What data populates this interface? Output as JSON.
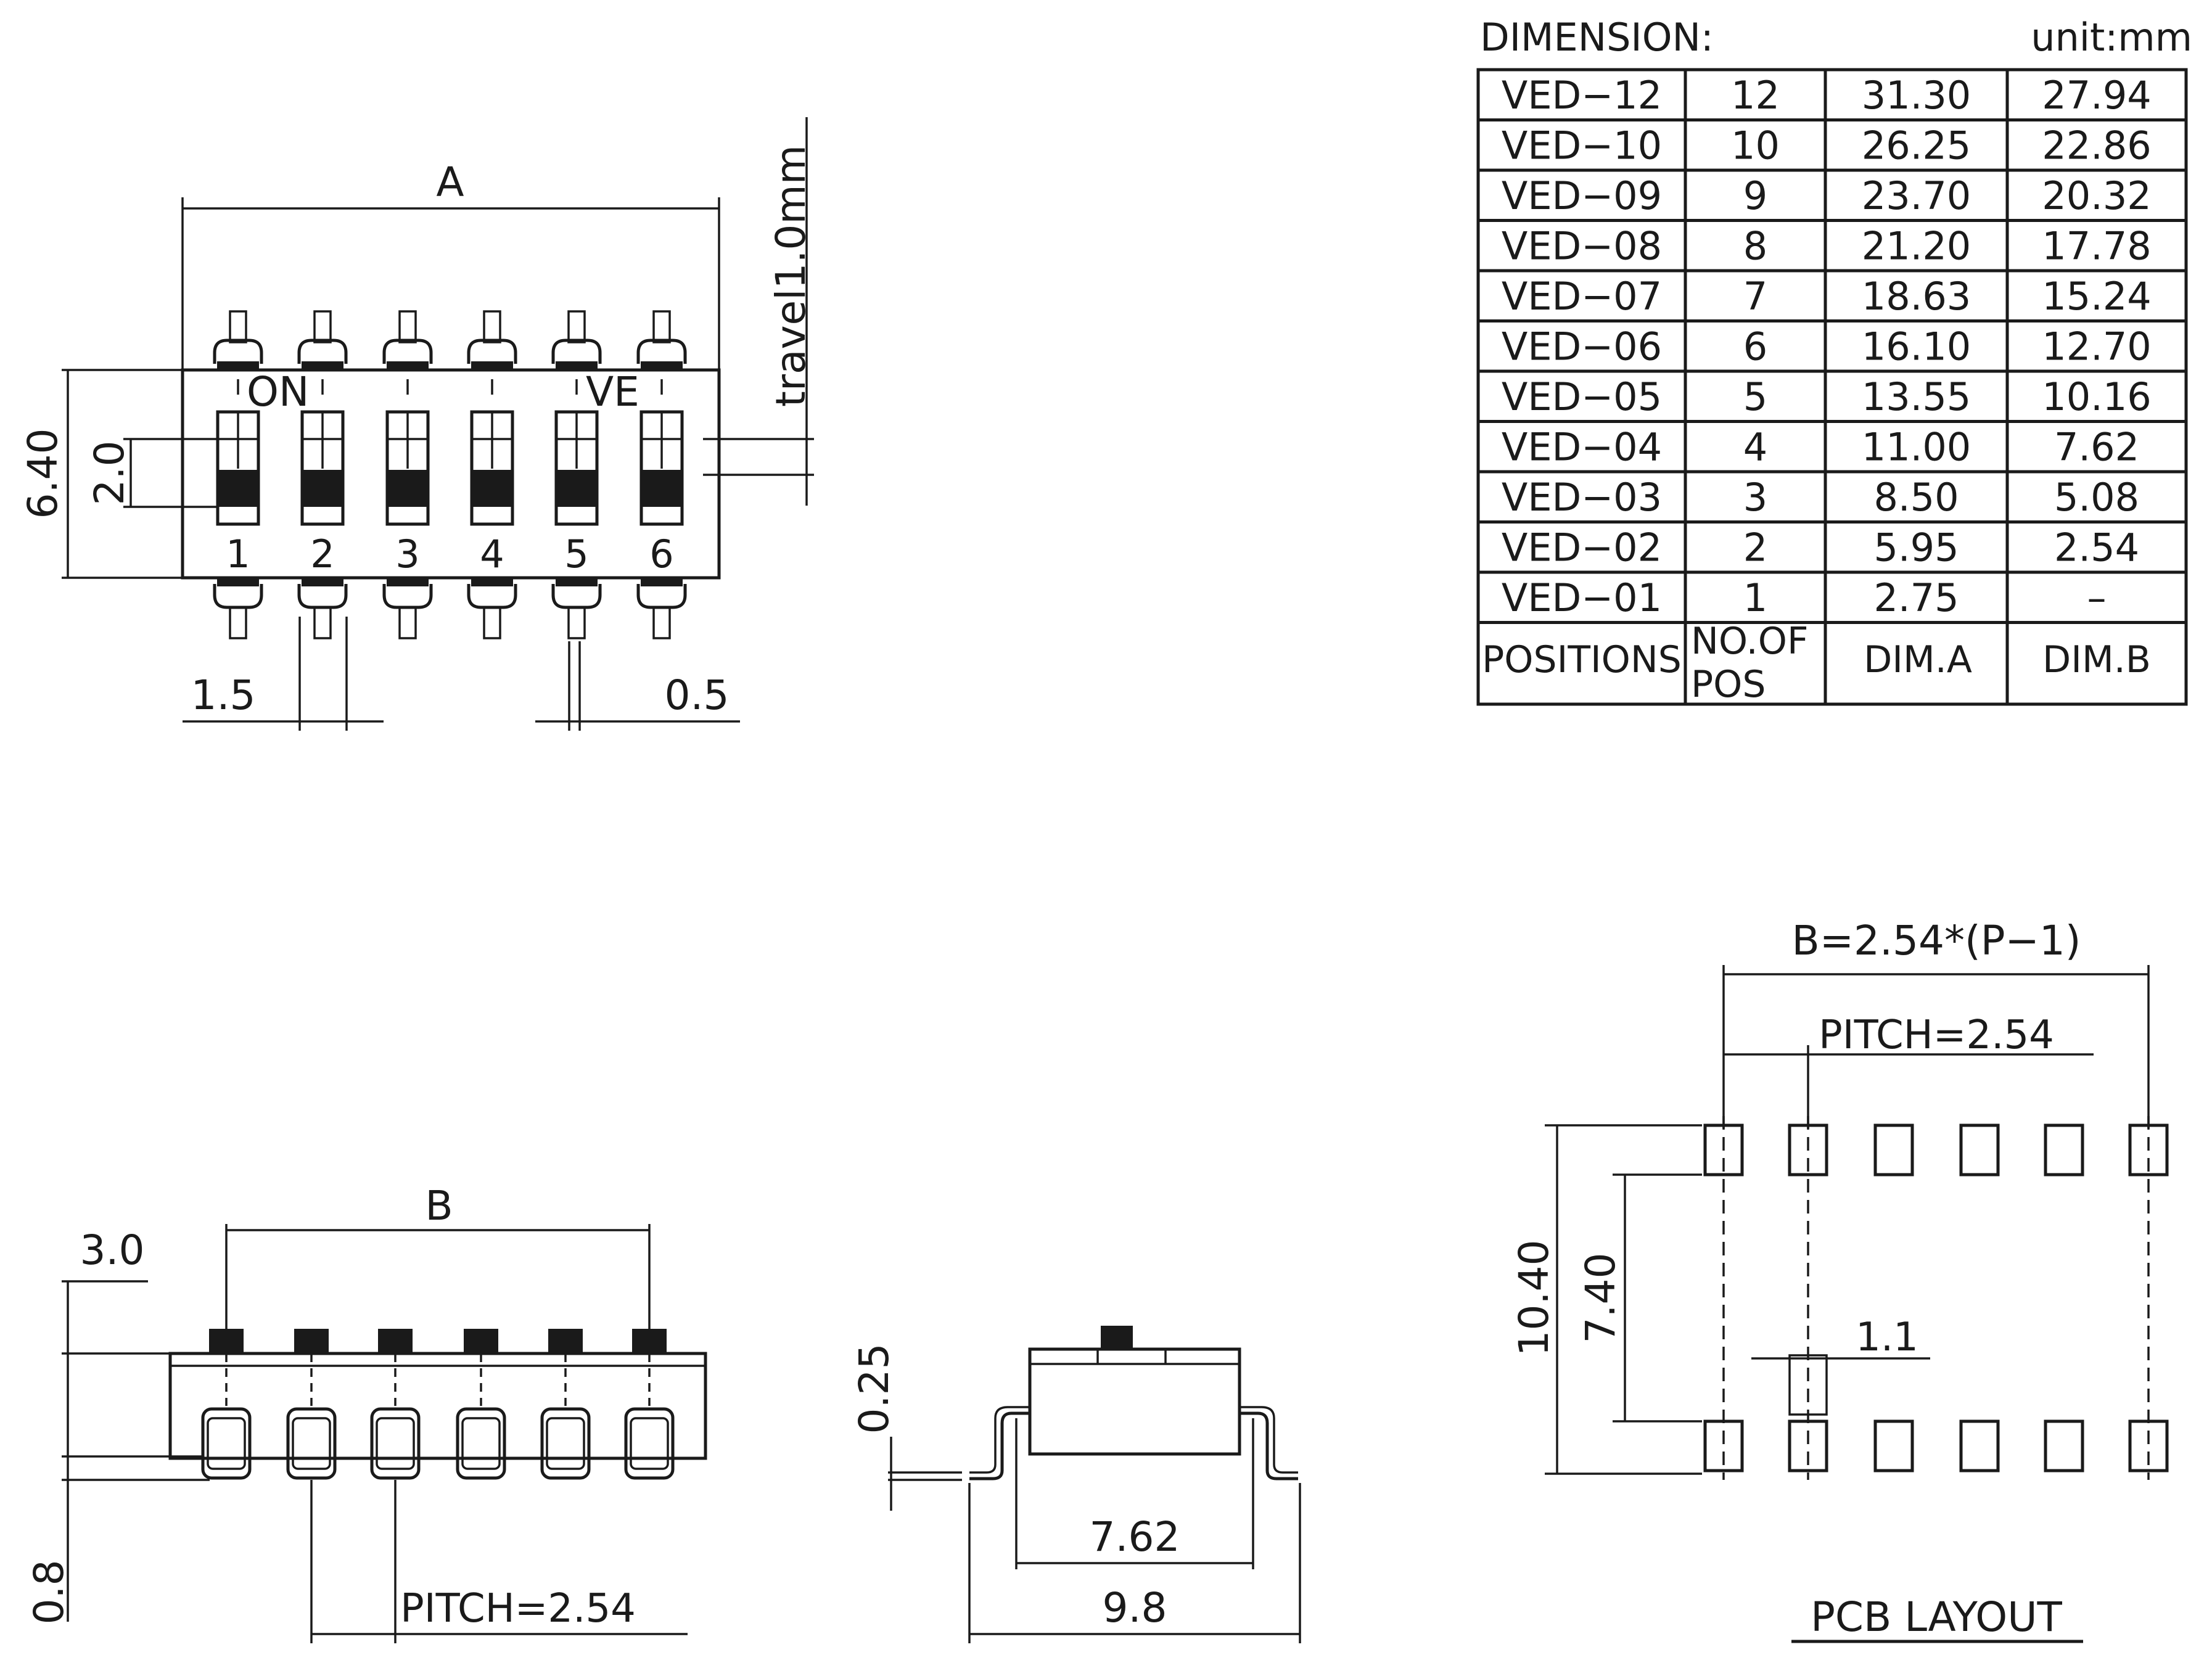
{
  "table": {
    "header_left": "DIMENSION:",
    "header_right": "unit:mm",
    "rows": [
      [
        "VED−12",
        "12",
        "31.30",
        "27.94"
      ],
      [
        "VED−10",
        "10",
        "26.25",
        "22.86"
      ],
      [
        "VED−09",
        "9",
        "23.70",
        "20.32"
      ],
      [
        "VED−08",
        "8",
        "21.20",
        "17.78"
      ],
      [
        "VED−07",
        "7",
        "18.63",
        "15.24"
      ],
      [
        "VED−06",
        "6",
        "16.10",
        "12.70"
      ],
      [
        "VED−05",
        "5",
        "13.55",
        "10.16"
      ],
      [
        "VED−04",
        "4",
        "11.00",
        "7.62"
      ],
      [
        "VED−03",
        "3",
        "8.50",
        "5.08"
      ],
      [
        "VED−02",
        "2",
        "5.95",
        "2.54"
      ],
      [
        "VED−01",
        "1",
        "2.75",
        "–"
      ]
    ],
    "footer": {
      "positions": "POSITIONS",
      "no_of_pos_1": "NO.OF",
      "no_of_pos_2": "POS",
      "dim_a": "DIM.A",
      "dim_b": "DIM.B"
    }
  },
  "top_view": {
    "dim_a": "A",
    "travel": "travel1.0mm",
    "height": "6.40",
    "slot": "2.0",
    "marking_on": "ON",
    "marking_ve": "VE",
    "switch_numbers": [
      "1",
      "2",
      "3",
      "4",
      "5",
      "6"
    ],
    "pin_width": "1.5",
    "pin_tip": "0.5"
  },
  "front_view": {
    "dim_b": "B",
    "actuator": "3.0",
    "standoff": "0.8",
    "pitch": "PITCH=2.54"
  },
  "side_view": {
    "lead": "0.25",
    "body": "7.62",
    "overall": "9.8"
  },
  "pcb": {
    "formula": "B=2.54*(P−1)",
    "pitch": "PITCH=2.54",
    "outer": "10.40",
    "inner": "7.40",
    "pad": "1.1",
    "caption": "PCB LAYOUT"
  }
}
